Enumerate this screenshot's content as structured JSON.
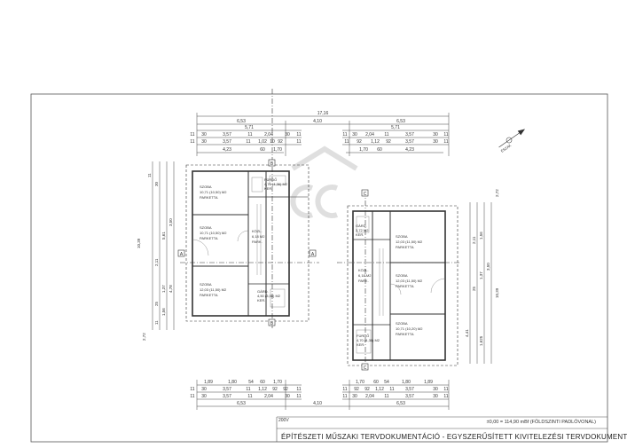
{
  "drawing": {
    "elevation_note": "±0,00 = 114,90 mBf  (FÖLDSZINTI PADLÓVONAL)",
    "title": "ÉPÍTÉSZETI MŰSZAKI TERVDOKUMENTÁCIÓ - EGYSZERŰSÍTETT KIVITELEZÉSI TERVDOKUMENTÁCIÓ",
    "small_label": "200V",
    "north_label": "ÉSZAK",
    "section_markers": [
      "A",
      "A",
      "B",
      "B",
      "C",
      "C"
    ]
  },
  "dimensions": {
    "top": {
      "overall": "17,16",
      "row2": [
        "6,53",
        "4,10",
        "6,53"
      ],
      "row3_left": [
        "5,71"
      ],
      "row3_right": [
        "5,71"
      ],
      "row4_left": [
        "11",
        "30",
        "3,57",
        "11",
        "2,04",
        "30",
        "11"
      ],
      "row4_right": [
        "11",
        "30",
        "2,04",
        "11",
        "3,57",
        "30",
        "11"
      ],
      "row5_left": [
        "11",
        "30",
        "3,57",
        "11",
        "1,02",
        "10",
        "92",
        "11"
      ],
      "row5_right": [
        "11",
        "92",
        "1,12",
        "92",
        "3,57",
        "30",
        "11"
      ],
      "row6_left": [
        "4,23",
        "60",
        "1,70"
      ],
      "row6_right": [
        "1,70",
        "60",
        "4,23"
      ]
    },
    "bottom": {
      "row1_left": [
        "1,89",
        "1,80",
        "54",
        "60",
        "1,70"
      ],
      "row1_right": [
        "1,70",
        "60",
        "54",
        "1,80",
        "1,89"
      ],
      "row2_left": [
        "11",
        "30",
        "3,57",
        "11",
        "1,12",
        "92",
        "92",
        "11"
      ],
      "row2_right": [
        "11",
        "92",
        "92",
        "1,12",
        "11",
        "3,57",
        "30",
        "11"
      ],
      "row3_left": [
        "11",
        "30",
        "3,57",
        "11",
        "2,04",
        "30",
        "11"
      ],
      "row3_right": [
        "11",
        "30",
        "2,04",
        "11",
        "3,57",
        "30",
        "11"
      ],
      "row4": [
        "6,53",
        "4,10",
        "6,53"
      ]
    },
    "left_side": [
      "11",
      "30",
      "2,11",
      "1,37",
      "25",
      "1,56",
      "11",
      "10,39",
      "2,72",
      "4,78",
      "3,50",
      "5,61"
    ],
    "right_side": [
      "2,72",
      "10,39",
      "4,41",
      "1,625",
      "3,50",
      "2,11",
      "1,56",
      "1,37",
      "25"
    ]
  },
  "rooms": [
    {
      "name": "SZOBA",
      "area": "10,71 (10,50) M2",
      "floor": "PARKETTA"
    },
    {
      "name": "FÜRDŐ",
      "area": "4,70 (4,36) M2",
      "floor": "KER."
    },
    {
      "name": "SZOBA",
      "area": "10,71 (10,50) M2",
      "floor": "PARKETTA"
    },
    {
      "name": "KÖZL.",
      "area": "6,18 M2",
      "floor": "PARK."
    },
    {
      "name": "SZOBA",
      "area": "12,03 (11,50) M2",
      "floor": "PARKETTA"
    },
    {
      "name": "GÁRD.",
      "area": "4,50 (3,58) M2",
      "floor": "KER."
    },
    {
      "name": "SZOBA",
      "area": "12,03 (11,50) M2",
      "floor": "PARKETTA"
    },
    {
      "name": "KÖZL.",
      "area": "6,18 M2",
      "floor": "PARK."
    },
    {
      "name": "SZOBA",
      "area": "12,03 (11,50) M2",
      "floor": "PARKETTA"
    },
    {
      "name": "GÁRD.",
      "area": "3,72 M2",
      "floor": "KER."
    },
    {
      "name": "SZOBA",
      "area": "10,71 (10,20) M2",
      "floor": "PARKETTA"
    },
    {
      "name": "FÜRDŐ",
      "area": "4,70 (4,36) M2",
      "floor": "KER."
    }
  ]
}
